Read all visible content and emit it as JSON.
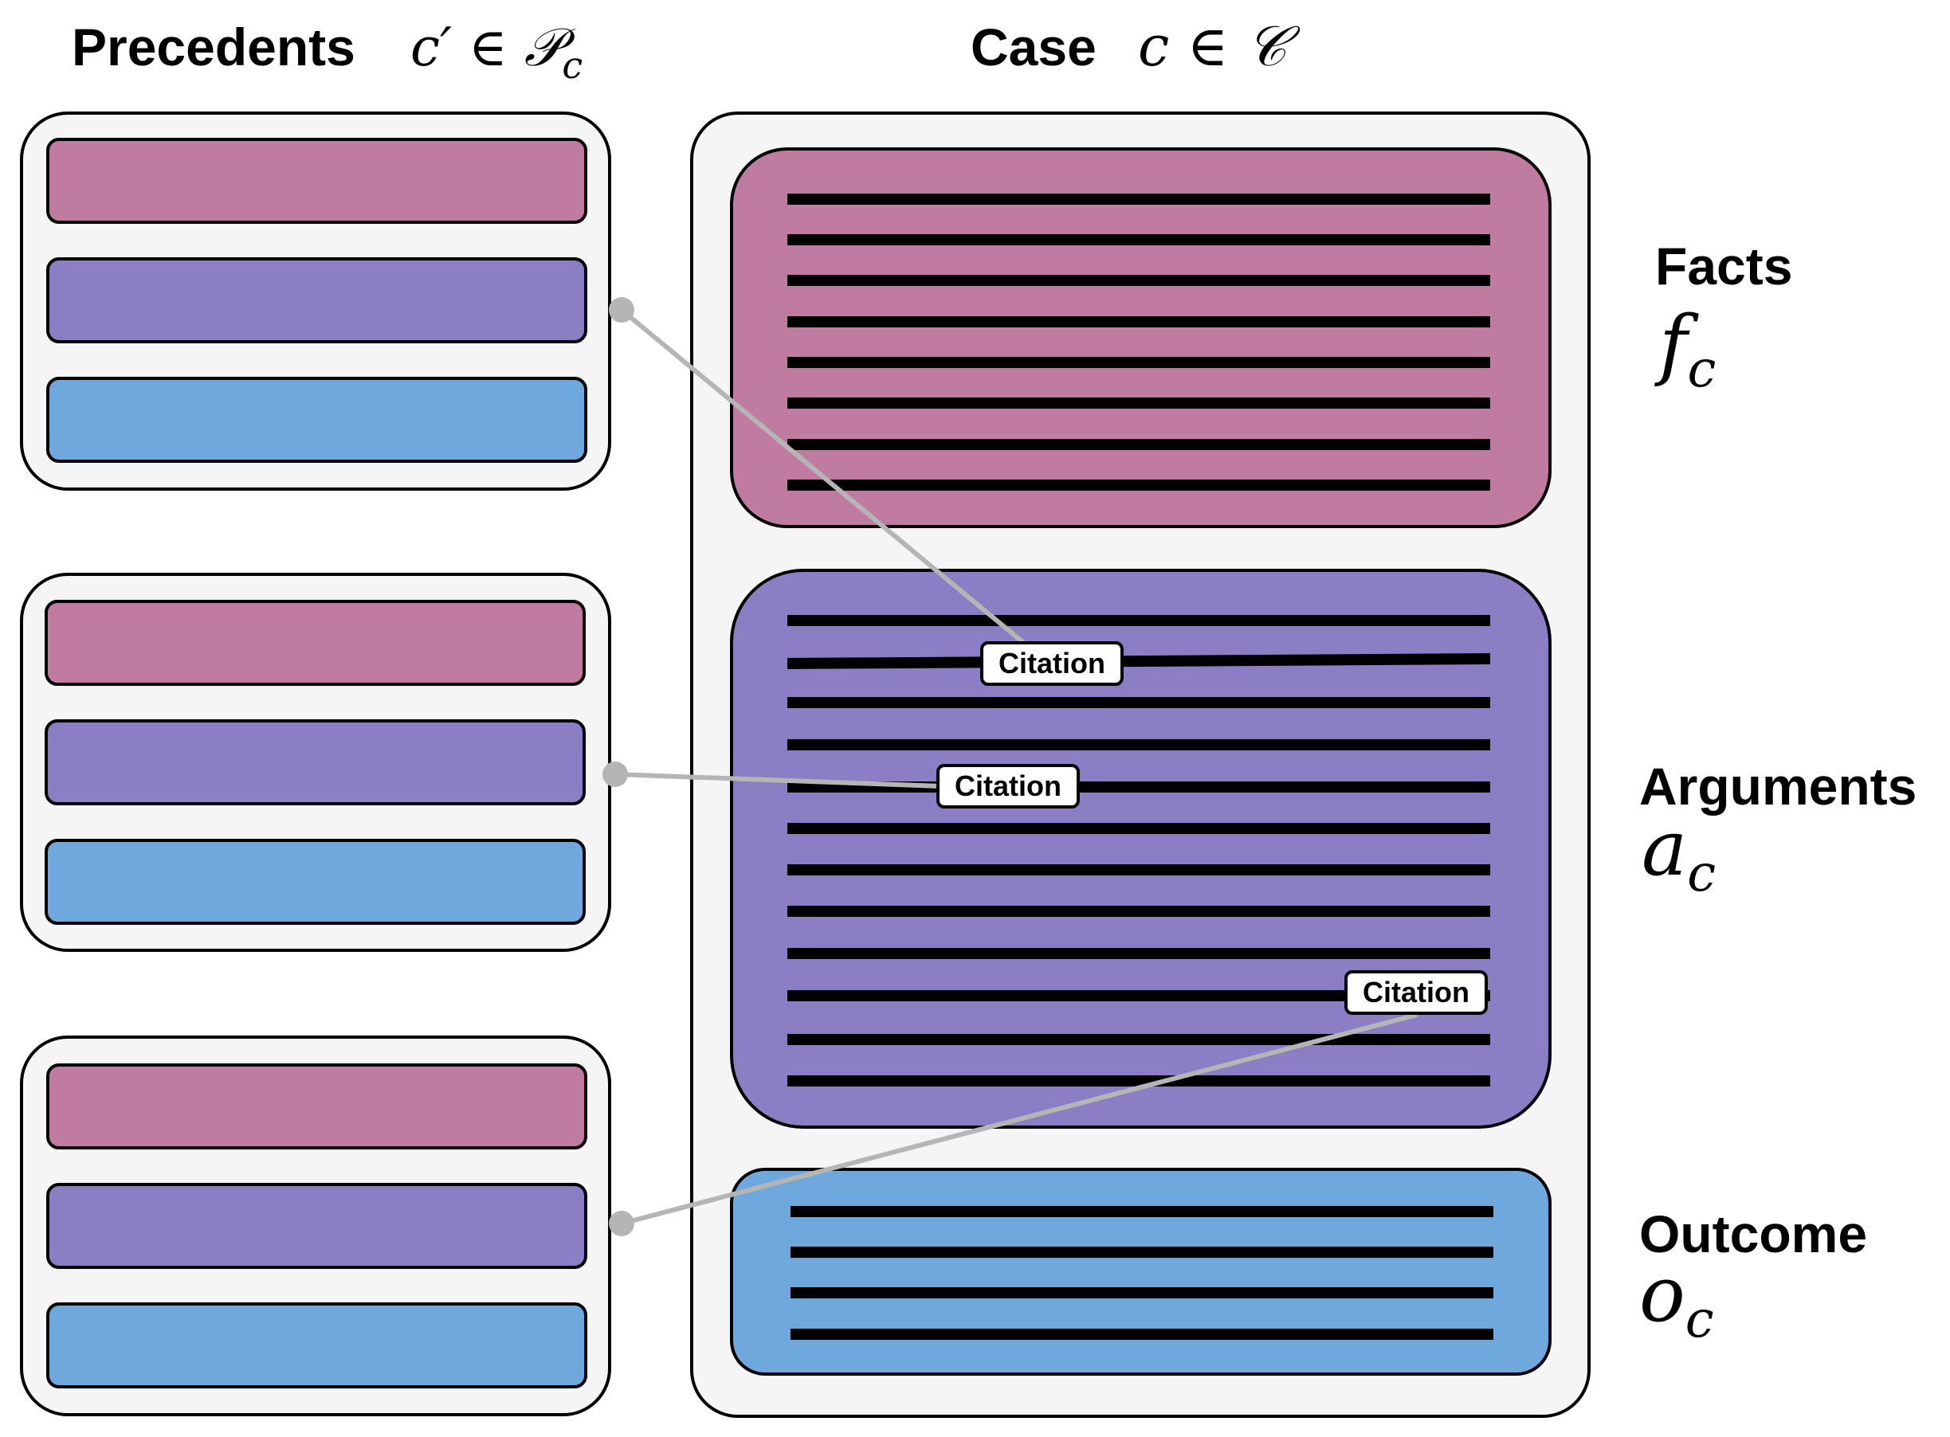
{
  "headers": {
    "precedents": {
      "label": "Precedents",
      "math": "c′ ∈ 𝒫",
      "sub": "c"
    },
    "case": {
      "label": "Case",
      "math": "c ∈ 𝒞",
      "sub": ""
    }
  },
  "sections": {
    "facts": {
      "label": "Facts",
      "symbol": "f",
      "sub": "c"
    },
    "arguments": {
      "label": "Arguments",
      "symbol": "a",
      "sub": "c"
    },
    "outcome": {
      "label": "Outcome",
      "symbol": "o",
      "sub": "c"
    }
  },
  "citations": [
    {
      "label": "Citation"
    },
    {
      "label": "Citation"
    },
    {
      "label": "Citation"
    }
  ],
  "colors": {
    "facts": "#c07ba0",
    "arguments": "#8b7ec4",
    "outcome": "#6fa8dc",
    "panel": "#f5f5f5",
    "connector": "#b5b5b5",
    "text_line": "#000000"
  }
}
